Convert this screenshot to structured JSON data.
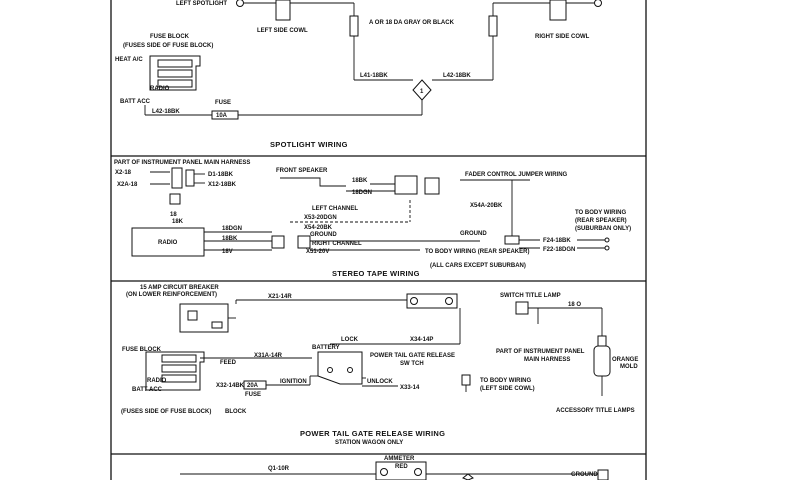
{
  "spotlight": {
    "left_spotlight": "LEFT SPOTLIGHT",
    "left_side_cowl": "LEFT SIDE COWL",
    "gray_or_black": "A OR 18 DA GRAY OR BLACK",
    "right_side_cowl": "RIGHT SIDE COWL",
    "fuse_block": "FUSE BLOCK",
    "fuse_block_sub": "(FUSES SIDE OF FUSE BLOCK)",
    "heat_ac": "HEAT A/C",
    "radio": "RADIO",
    "batt_acc": "BATT ACC",
    "fuse": "FUSE",
    "fuse_rating": "10A",
    "wire_l41": "L41-18BK",
    "wire_l42": "L42-18BK",
    "wire_l42_fuse": "L42-18BK",
    "title": "SPOTLIGHT WIRING"
  },
  "stereo": {
    "ip_harness": "PART OF INSTRUMENT PANEL MAIN HARNESS",
    "w_x2": "X2-18",
    "w_x2a": "X2A-18",
    "w_d1": "D1-18BK",
    "w_x12": "X12-18BK",
    "front_speaker": "FRONT SPEAKER",
    "w_18bk": "18BK",
    "w_18dgn": "18DGN",
    "fader": "FADER CONTROL JUMPER WIRING",
    "w_x54a": "X54A-20BK",
    "eighteen": "18",
    "eighteen_bk": "18K",
    "left_channel": "LEFT CHANNEL",
    "w_x53": "X53-20DGN",
    "w_x54": "X54-20BK",
    "ground": "GROUND",
    "right_channel": "RIGHT CHANNEL",
    "w_x51": "X51-20V",
    "radio": "RADIO",
    "r_18dgn": "18DGN",
    "r_18bk": "18BK",
    "r_18v": "18V",
    "ground2": "GROUND",
    "to_body_rear": "TO BODY WIRING (REAR SPEAKER)",
    "all_cars": "(ALL CARS EXCEPT SUBURBAN)",
    "to_body_suburban_1": "TO BODY WIRING",
    "to_body_suburban_2": "(REAR SPEAKER)",
    "to_body_suburban_3": "(SUBURBAN ONLY)",
    "w_f24": "F24-18BK",
    "w_f22": "F22-18DGN",
    "title": "STEREO TAPE WIRING"
  },
  "tailgate": {
    "breaker_1": "15 AMP CIRCUIT BREAKER",
    "breaker_2": "(ON LOWER REINFORCEMENT)",
    "w_x21": "X21-14R",
    "switch_lamp": "SWITCH TITLE LAMP",
    "w_18o": "18 O",
    "fuse_block": "FUSE BLOCK",
    "feed": "FEED",
    "w_x31a": "X31A-14R",
    "battery": "BATTERY",
    "lock": "LOCK",
    "w_x34": "X34-14P",
    "pt_switch_1": "POWER TAIL GATE RELEASE",
    "pt_switch_2": "SW TCH",
    "ip_harness_1": "PART OF INSTRUMENT PANEL",
    "ip_harness_2": "MAIN HARNESS",
    "orange": "ORANGE",
    "mold": "MOLD",
    "radio": "RADIO",
    "batt_acc": "BATT ACC",
    "w_x32": "X32-14BK",
    "fuse_rating": "20A",
    "fuse": "FUSE",
    "ignition": "IGNITION",
    "unlock": "UNLOCK",
    "w_x33": "X33-14",
    "to_body_1": "TO BODY WIRING",
    "to_body_2": "(LEFT SIDE COWL)",
    "fuse_sub": "(FUSES SIDE OF FUSE BLOCK)",
    "block": "BLOCK",
    "title_lamps": "ACCESSORY TITLE LAMPS",
    "title": "POWER TAIL GATE RELEASE WIRING",
    "subtitle": "STATION WAGON ONLY"
  },
  "ammeter": {
    "w_q1": "Q1-10R",
    "ammeter": "AMMETER",
    "red": "RED",
    "ground": "GROUND"
  }
}
